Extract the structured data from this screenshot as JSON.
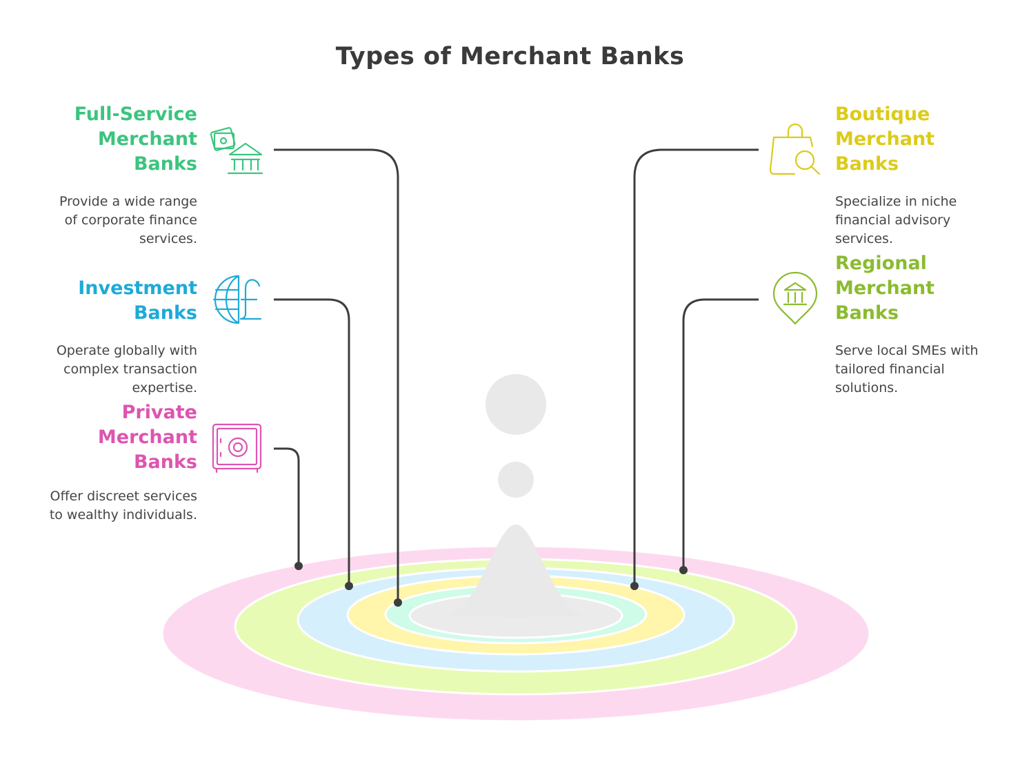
{
  "title": "Types of Merchant Banks",
  "colors": {
    "text": "#3a3a3a",
    "connector": "#3d3d3d",
    "drop": "#e9e9e9",
    "full_service": "#3cc47f",
    "investment": "#1eaad8",
    "private": "#dd55b0",
    "boutique": "#dccb18",
    "regional": "#8bbb2f"
  },
  "rings": [
    "#fdd9ef",
    "#e8fbb4",
    "#d6effd",
    "#fff5ab",
    "#cffbe9",
    "#ebebeb"
  ],
  "items": {
    "full_service": {
      "title_lines": [
        "Full-Service",
        "Merchant",
        "Banks"
      ],
      "desc_lines": [
        "Provide a wide range",
        "of corporate finance",
        "services."
      ],
      "icon": "bank-money-icon"
    },
    "investment": {
      "title_lines": [
        "Investment",
        "Banks"
      ],
      "desc_lines": [
        "Operate globally with",
        "complex transaction",
        "expertise."
      ],
      "icon": "globe-pound-icon"
    },
    "private": {
      "title_lines": [
        "Private",
        "Merchant",
        "Banks"
      ],
      "desc_lines": [
        "Offer discreet services",
        "to wealthy individuals."
      ],
      "icon": "safe-icon"
    },
    "boutique": {
      "title_lines": [
        "Boutique",
        "Merchant",
        "Banks"
      ],
      "desc_lines": [
        "Specialize in niche",
        "financial advisory",
        "services."
      ],
      "icon": "shopping-bag-search-icon"
    },
    "regional": {
      "title_lines": [
        "Regional",
        "Merchant",
        "Banks"
      ],
      "desc_lines": [
        "Serve local SMEs with",
        "tailored financial",
        "solutions."
      ],
      "icon": "bank-location-pin-icon"
    }
  }
}
